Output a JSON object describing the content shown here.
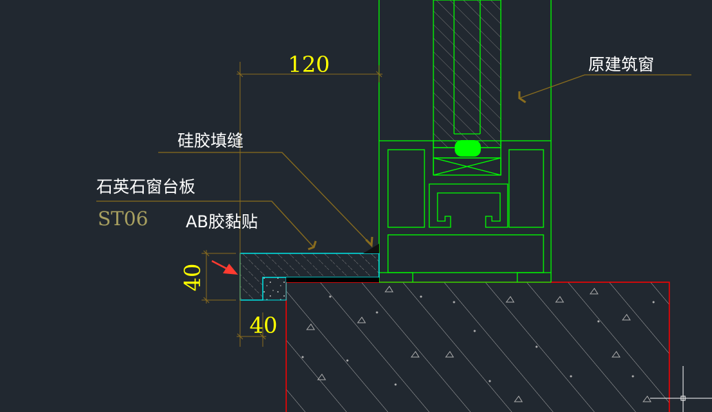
{
  "drawing": {
    "dimensions": {
      "top_width": "120",
      "side_height": "40",
      "bottom_width": "40"
    },
    "labels": {
      "original_window": "原建筑窗",
      "silicone_fill": "硅胶填缝",
      "quartz_sill": "石英石窗台板",
      "material_code": "ST06",
      "ab_glue": "AB胶黏贴"
    },
    "colors": {
      "background": "#212830",
      "window_frame": "#00ff00",
      "wall_outline": "#ff0000",
      "stone_sill": "#00e5e5",
      "leader": "#8a6d1e",
      "dimension_text": "#ffff00",
      "annotation_text": "#ffffff",
      "arrow": "#ff3b30"
    }
  }
}
